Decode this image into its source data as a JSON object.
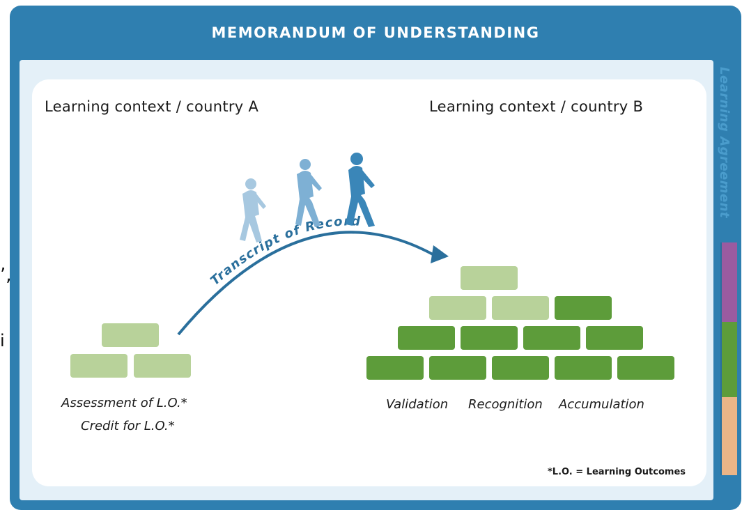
{
  "edge_fragments": {
    "top": "’,",
    "bottom": "i"
  },
  "header": {
    "title": "MEMORANDUM OF UNDERSTANDING"
  },
  "side_tab": {
    "label": "Learning Agreement"
  },
  "context_a": {
    "heading": "Learning context / country A"
  },
  "context_b": {
    "heading": "Learning context / country B"
  },
  "arc": {
    "label": "Transcript of Record"
  },
  "captions_a": {
    "assessment": "Assessment of L.O.*",
    "credit": "Credit for L.O.*"
  },
  "captions_b": {
    "validation": "Validation",
    "recognition": "Recognition",
    "accumulation": "Accumulation"
  },
  "footnote": "*L.O. = Learning Outcomes",
  "colors": {
    "frame_blue": "#2f7fb0",
    "light_green": "#b8d29a",
    "dark_green": "#5d9c3a",
    "walker_blue": "#3a86b8",
    "arc_blue": "#2a6f9c"
  },
  "icons": {
    "walker": "walking-person-icon",
    "arrow": "arrowhead-icon"
  }
}
